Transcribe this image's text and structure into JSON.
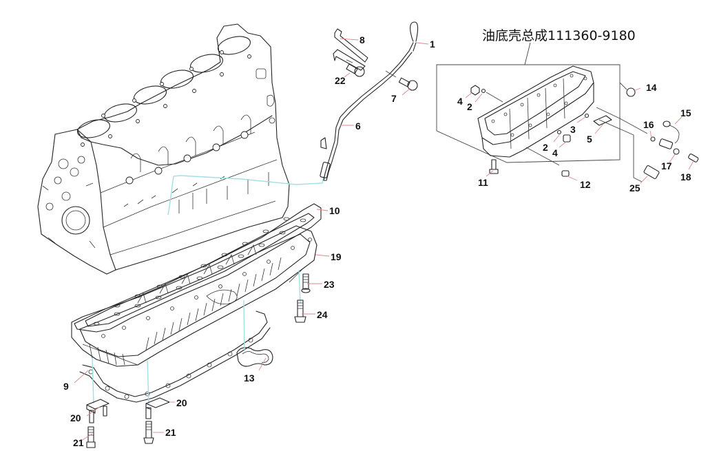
{
  "assembly_title": "油底壳总成111360-9180",
  "colors": {
    "leader": "#d98a8a",
    "guide": "#9fe0e6",
    "ink": "#222222"
  },
  "callouts": [
    {
      "id": "c1",
      "label": "1",
      "part": "dipstick"
    },
    {
      "id": "c8",
      "label": "8",
      "part": "dipstick-bracket"
    },
    {
      "id": "c22",
      "label": "22",
      "part": "bracket-bolt"
    },
    {
      "id": "c7",
      "label": "7",
      "part": "guide-tube-bolt"
    },
    {
      "id": "c6",
      "label": "6",
      "part": "dipstick-guide-tube"
    },
    {
      "id": "c10",
      "label": "10",
      "part": "oil-pan-gasket-upper"
    },
    {
      "id": "c19",
      "label": "19",
      "part": "oil-pan"
    },
    {
      "id": "c23",
      "label": "23",
      "part": "stud-bolt"
    },
    {
      "id": "c24",
      "label": "24",
      "part": "flange-bolt"
    },
    {
      "id": "c13",
      "label": "13",
      "part": "cover-gasket"
    },
    {
      "id": "c9",
      "label": "9",
      "part": "oil-pan-gasket-lower"
    },
    {
      "id": "c20a",
      "label": "20",
      "part": "clamp-plate"
    },
    {
      "id": "c20b",
      "label": "20",
      "part": "clamp-plate"
    },
    {
      "id": "c21a",
      "label": "21",
      "part": "clamp-bolt"
    },
    {
      "id": "c21b",
      "label": "21",
      "part": "clamp-bolt"
    },
    {
      "id": "c4a",
      "label": "4",
      "part": "drain-plug"
    },
    {
      "id": "c2a",
      "label": "2",
      "part": "washer"
    },
    {
      "id": "c3",
      "label": "3",
      "part": "o-ring"
    },
    {
      "id": "c5",
      "label": "5",
      "part": "valve"
    },
    {
      "id": "c2b",
      "label": "2",
      "part": "washer"
    },
    {
      "id": "c4b",
      "label": "4",
      "part": "drain-plug"
    },
    {
      "id": "c14",
      "label": "14",
      "part": "plug"
    },
    {
      "id": "c15",
      "label": "15",
      "part": "oil-level-sensor"
    },
    {
      "id": "c16",
      "label": "16",
      "part": "o-ring"
    },
    {
      "id": "c17",
      "label": "17",
      "part": "clip"
    },
    {
      "id": "c18",
      "label": "18",
      "part": "bolt"
    },
    {
      "id": "c11",
      "label": "11",
      "part": "bolt"
    },
    {
      "id": "c12",
      "label": "12",
      "part": "plug"
    },
    {
      "id": "c25",
      "label": "25",
      "part": "connector"
    }
  ]
}
